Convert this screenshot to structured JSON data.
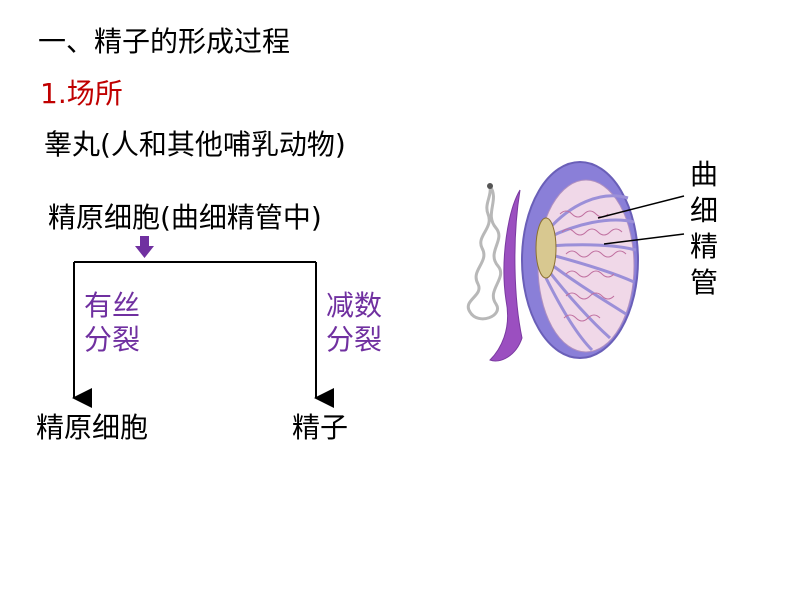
{
  "title": "一、精子的形成过程",
  "section": "1.场所",
  "location": "睾丸(人和其他哺乳动物)",
  "source_cell": "精原细胞(曲细精管中)",
  "branches": {
    "left_process": [
      "有丝",
      "分裂"
    ],
    "right_process": [
      "减数",
      "分裂"
    ]
  },
  "outputs": {
    "left": "精原细胞",
    "right": "精子"
  },
  "anatomy_label": [
    "曲",
    "细",
    "精",
    "管"
  ],
  "colors": {
    "section": "#c00000",
    "process": "#7030a0",
    "arrow": "#7030a0",
    "testis_fill": "#8a7fd8",
    "tubule_fill": "#f0d8e8",
    "epididymis": "#9b4fc0"
  }
}
